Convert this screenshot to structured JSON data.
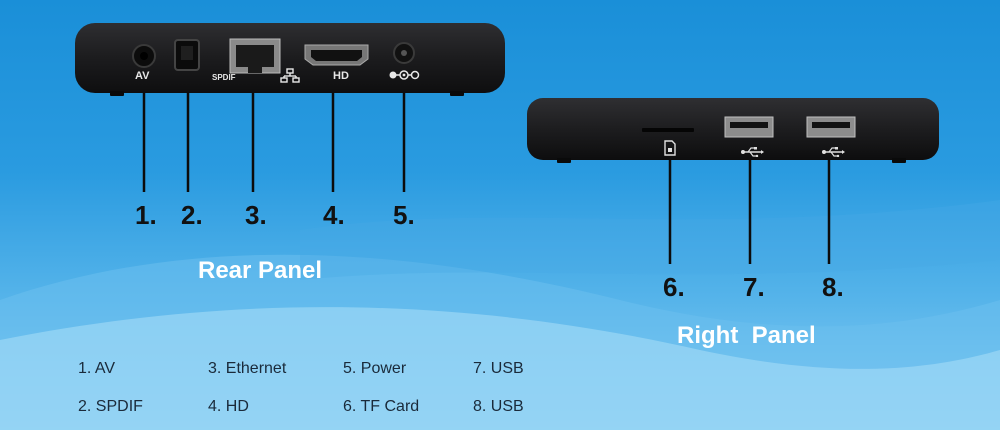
{
  "colors": {
    "device_body": "#1c1c1e",
    "leader_line": "#0c0c0c",
    "panel_title": "#ffffff",
    "number_text": "#111111"
  },
  "rear_panel": {
    "title": "Rear Panel",
    "port_labels": {
      "av": "AV",
      "spdif": "SPDIF",
      "hd": "HD"
    },
    "icons": [
      "network-icon",
      "dc-power-icon"
    ],
    "numbers": [
      "1.",
      "2.",
      "3.",
      "4.",
      "5."
    ]
  },
  "right_panel": {
    "title": "Right  Panel",
    "icons": [
      "sd-card-icon",
      "usb-icon",
      "usb-icon"
    ],
    "numbers": [
      "6.",
      "7.",
      "8."
    ]
  },
  "legend": {
    "items": [
      "1. AV",
      "2. SPDIF",
      "3. Ethernet",
      "4. HD",
      "5. Power",
      "6. TF Card",
      "7. USB",
      "8. USB"
    ]
  }
}
